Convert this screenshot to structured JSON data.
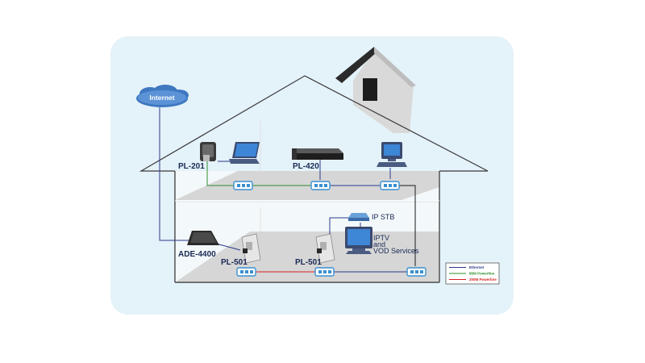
{
  "labels": {
    "internet": "Internet",
    "pl201": "PL-201",
    "pl420": "PL-420",
    "ade4400": "ADE-4400",
    "pl501_left": "PL-501",
    "pl501_right": "PL-501",
    "ip_stb": "IP STB",
    "iptv_line1": "IPTV",
    "iptv_line2": "and",
    "iptv_line3": "VOD Services"
  },
  "legend": {
    "items": [
      {
        "label": "Ethernet",
        "color": "#2a3a8c"
      },
      {
        "label": "85M Powerline",
        "color": "#2f8f2f"
      },
      {
        "label": "200M Powerline",
        "color": "#d62020"
      }
    ]
  },
  "colors": {
    "background_panel": "#e4f2f9",
    "floor": "#d6d6d6",
    "ethernet": "#2a3a8c",
    "powerline_85m": "#2f8f2f",
    "powerline_200m": "#d62020",
    "outlet": "#3a8fd0"
  }
}
